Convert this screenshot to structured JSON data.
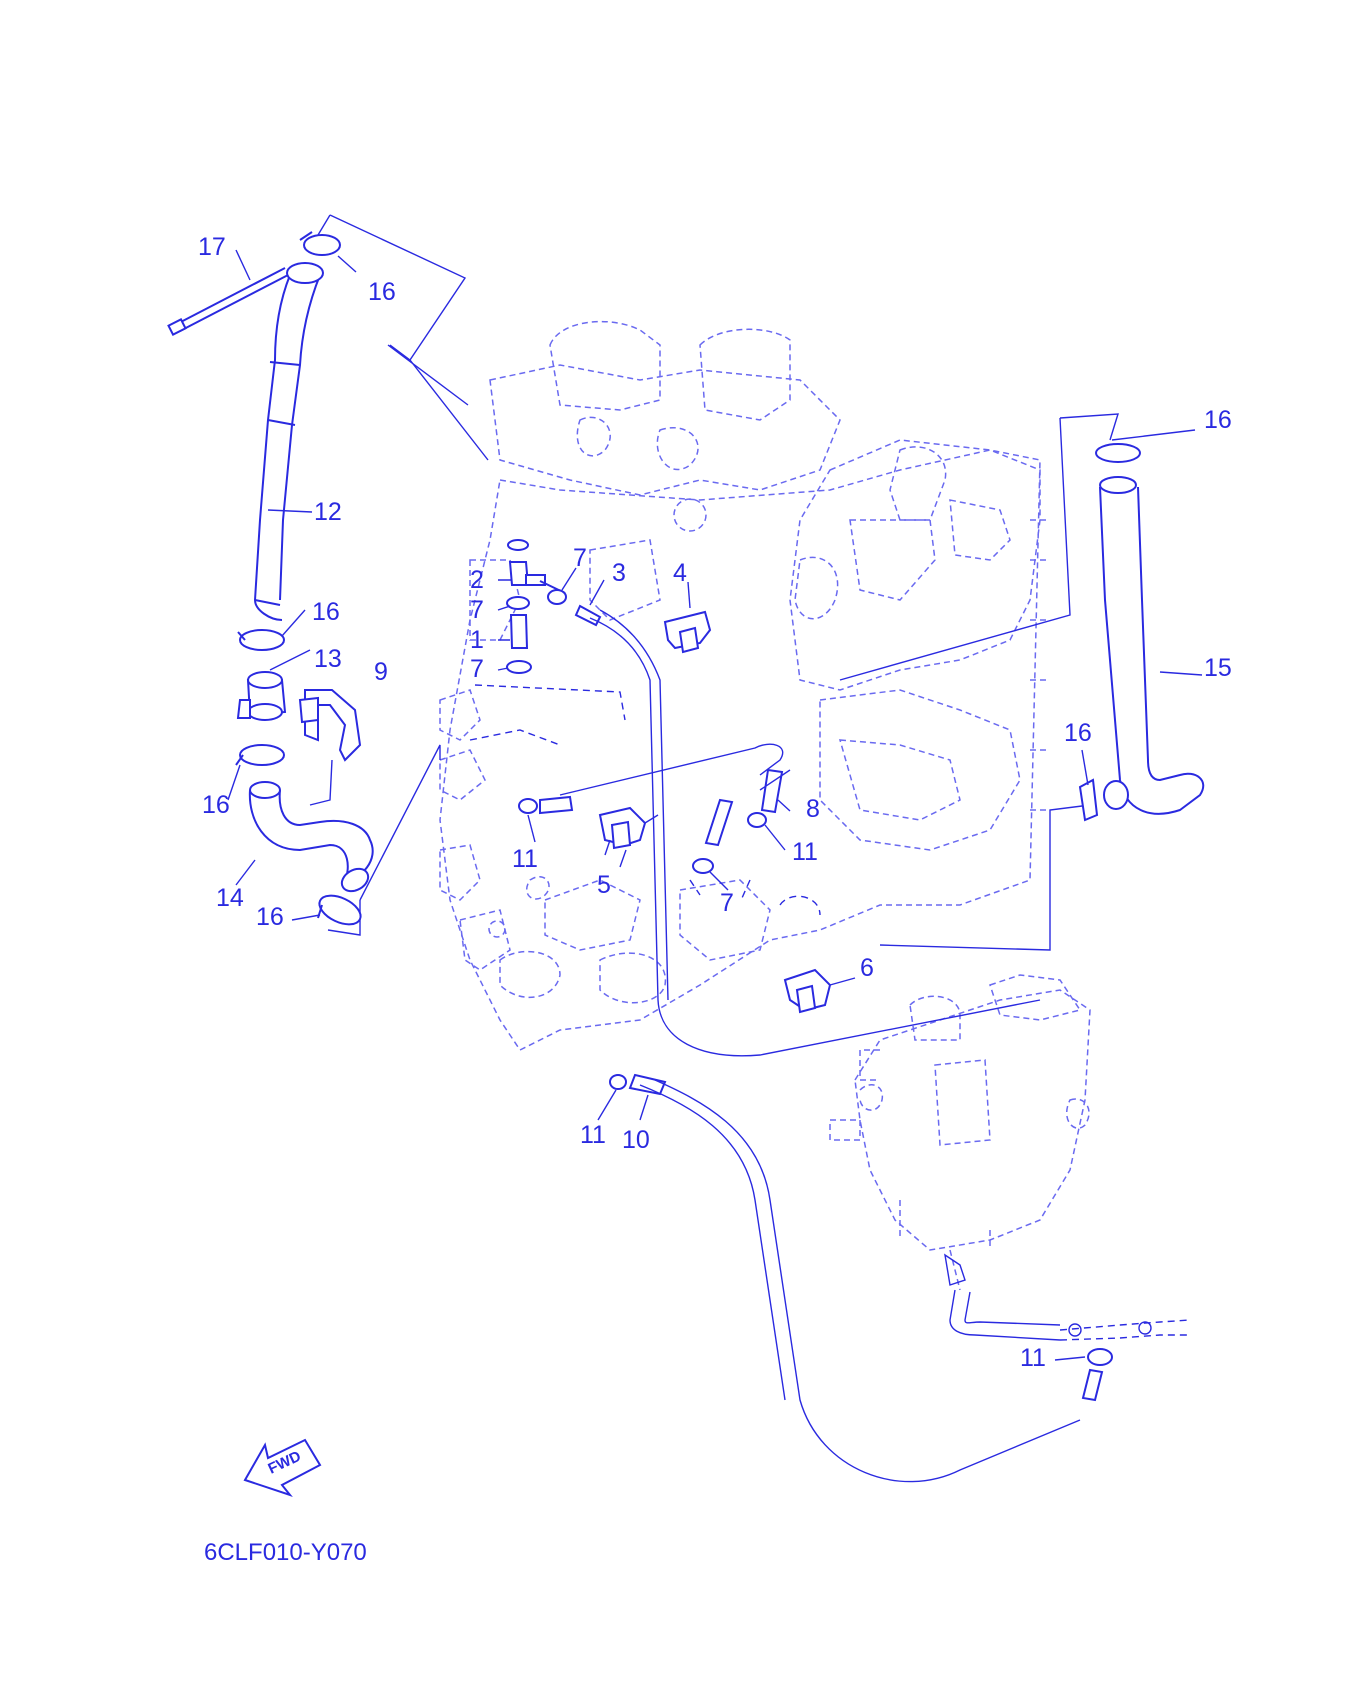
{
  "diagram_code": "6CLF010-Y070",
  "fwd_label": "FWD",
  "callouts": [
    "1",
    "2",
    "3",
    "4",
    "5",
    "6",
    "7",
    "8",
    "9",
    "10",
    "11",
    "12",
    "13",
    "14",
    "15",
    "16",
    "17"
  ],
  "colors": {
    "line": "#2a2ae0",
    "engine": "#6a6af0",
    "background": "#ffffff"
  },
  "icons": [
    "fwd-arrow-icon"
  ]
}
